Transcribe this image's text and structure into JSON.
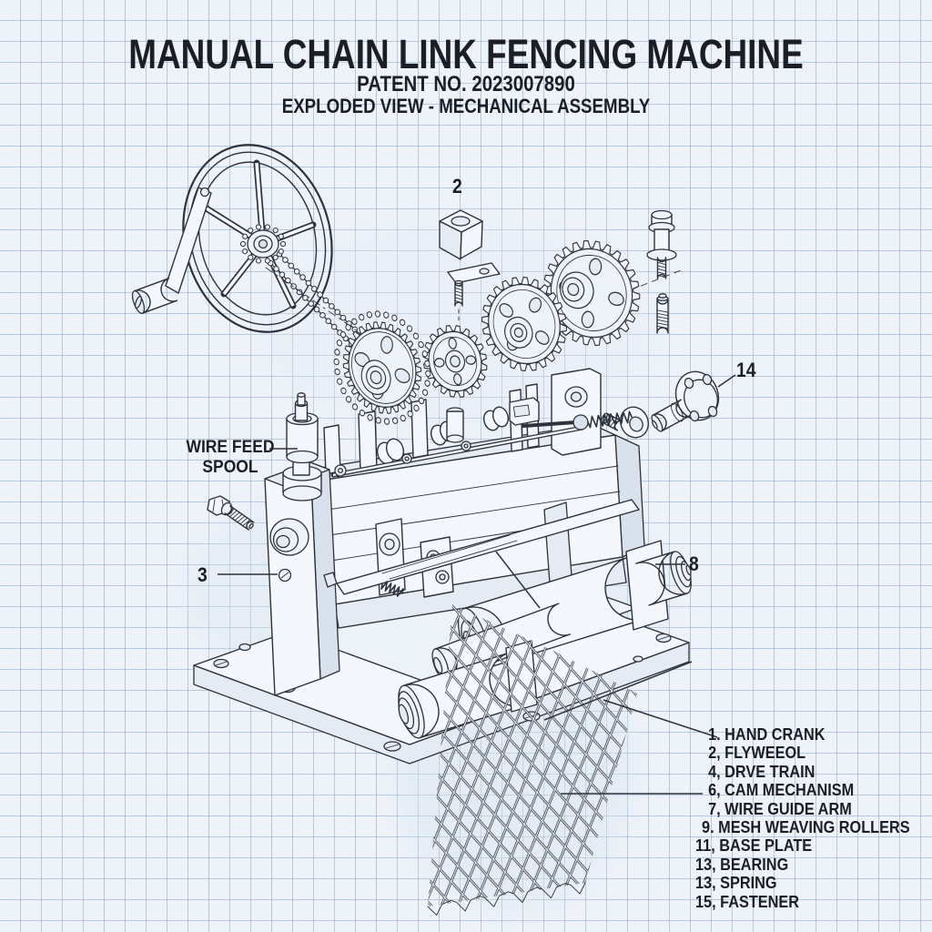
{
  "header": {
    "title": "MANUAL CHAIN LINK FENCING MACHINE",
    "patent_line": "PATENT NO. 2023007890",
    "subtitle": "EXPLODED VIEW - MECHANICAL ASSEMBLY"
  },
  "callouts": {
    "flywheel_block": "2",
    "frame_screw": "3",
    "roller_bearing": "8",
    "flange_coupling": "14",
    "wire_feed_line1": "WIRE FEED",
    "wire_feed_line2": "SPOOL"
  },
  "parts_list": {
    "items": [
      "1. HAND CRANK",
      "2, FLYWEEOL",
      "4, DRVE TRAIN",
      "6, CAM MECHANISM",
      "7, WIRE GUIDE ARM",
      "9. MESH WEAVING ROLLERS",
      "11, BASE PLATE",
      "13, BEARING",
      "13, SPRING",
      "15, FASTENER"
    ]
  },
  "colors": {
    "ink": "#2d323c",
    "paper": "#eef3f9",
    "grid_line": "#a9c0d6",
    "text": "#1b1e24"
  }
}
